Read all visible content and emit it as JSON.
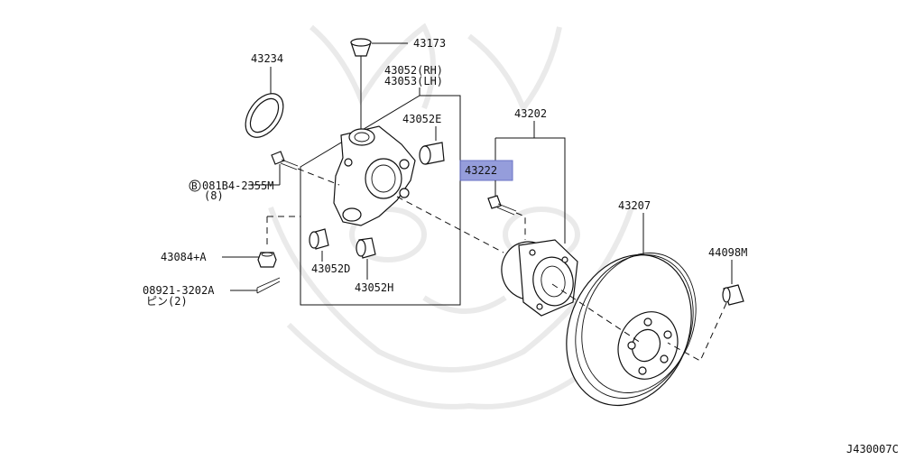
{
  "diagram": {
    "code": "J430007C",
    "highlight_color": "#8a93d8",
    "callouts": {
      "p43173": "43173",
      "p43234": "43234",
      "p43052_rh": "43052(RH)",
      "p43053_lh": "43053(LH)",
      "p43052e": "43052E",
      "p43202": "43202",
      "p43222": "43222",
      "bolt_circle": "B",
      "bolt_code": "081B4-2355M",
      "bolt_qty": "(8)",
      "p43084a": "43084+A",
      "p43052d": "43052D",
      "p43052h": "43052H",
      "pin_code": "08921-3202A",
      "pin_sub": "ピン(2)",
      "p43207": "43207",
      "p44098m": "44098M"
    }
  }
}
